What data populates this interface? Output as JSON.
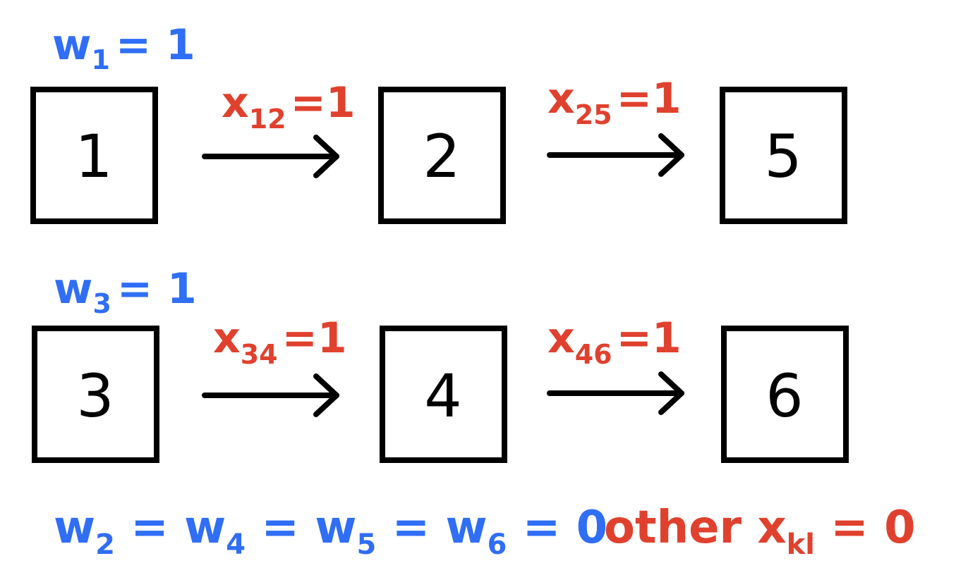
{
  "colors": {
    "node_weight_label": "#2f6ef5",
    "edge_label": "#e0412e",
    "stroke": "#000000"
  },
  "nodes": [
    {
      "id": "1",
      "label": "1"
    },
    {
      "id": "2",
      "label": "2"
    },
    {
      "id": "5",
      "label": "5"
    },
    {
      "id": "3",
      "label": "3"
    },
    {
      "id": "4",
      "label": "4"
    },
    {
      "id": "6",
      "label": "6"
    }
  ],
  "weights": [
    {
      "var": "w",
      "sub": "1",
      "rhs": "= 1"
    },
    {
      "var": "w",
      "sub": "3",
      "rhs": "= 1"
    }
  ],
  "edges": [
    {
      "from": "1",
      "to": "2",
      "var": "x",
      "sub": "12",
      "rhs": "=1"
    },
    {
      "from": "2",
      "to": "5",
      "var": "x",
      "sub": "25",
      "rhs": "=1"
    },
    {
      "from": "3",
      "to": "4",
      "var": "x",
      "sub": "34",
      "rhs": "=1"
    },
    {
      "from": "4",
      "to": "6",
      "var": "x",
      "sub": "46",
      "rhs": "=1"
    }
  ],
  "footer": {
    "weights_zero": [
      {
        "text": "w",
        "sub": false
      },
      {
        "text": "2",
        "sub": true
      },
      {
        "text": " = w",
        "sub": false
      },
      {
        "text": "4",
        "sub": true
      },
      {
        "text": " = w",
        "sub": false
      },
      {
        "text": "5",
        "sub": true
      },
      {
        "text": " = w",
        "sub": false
      },
      {
        "text": "6",
        "sub": true
      },
      {
        "text": " = 0",
        "sub": false
      }
    ],
    "other_zero": [
      {
        "text": "other x",
        "sub": false
      },
      {
        "text": "kl",
        "sub": true
      },
      {
        "text": " = 0",
        "sub": false
      }
    ]
  }
}
